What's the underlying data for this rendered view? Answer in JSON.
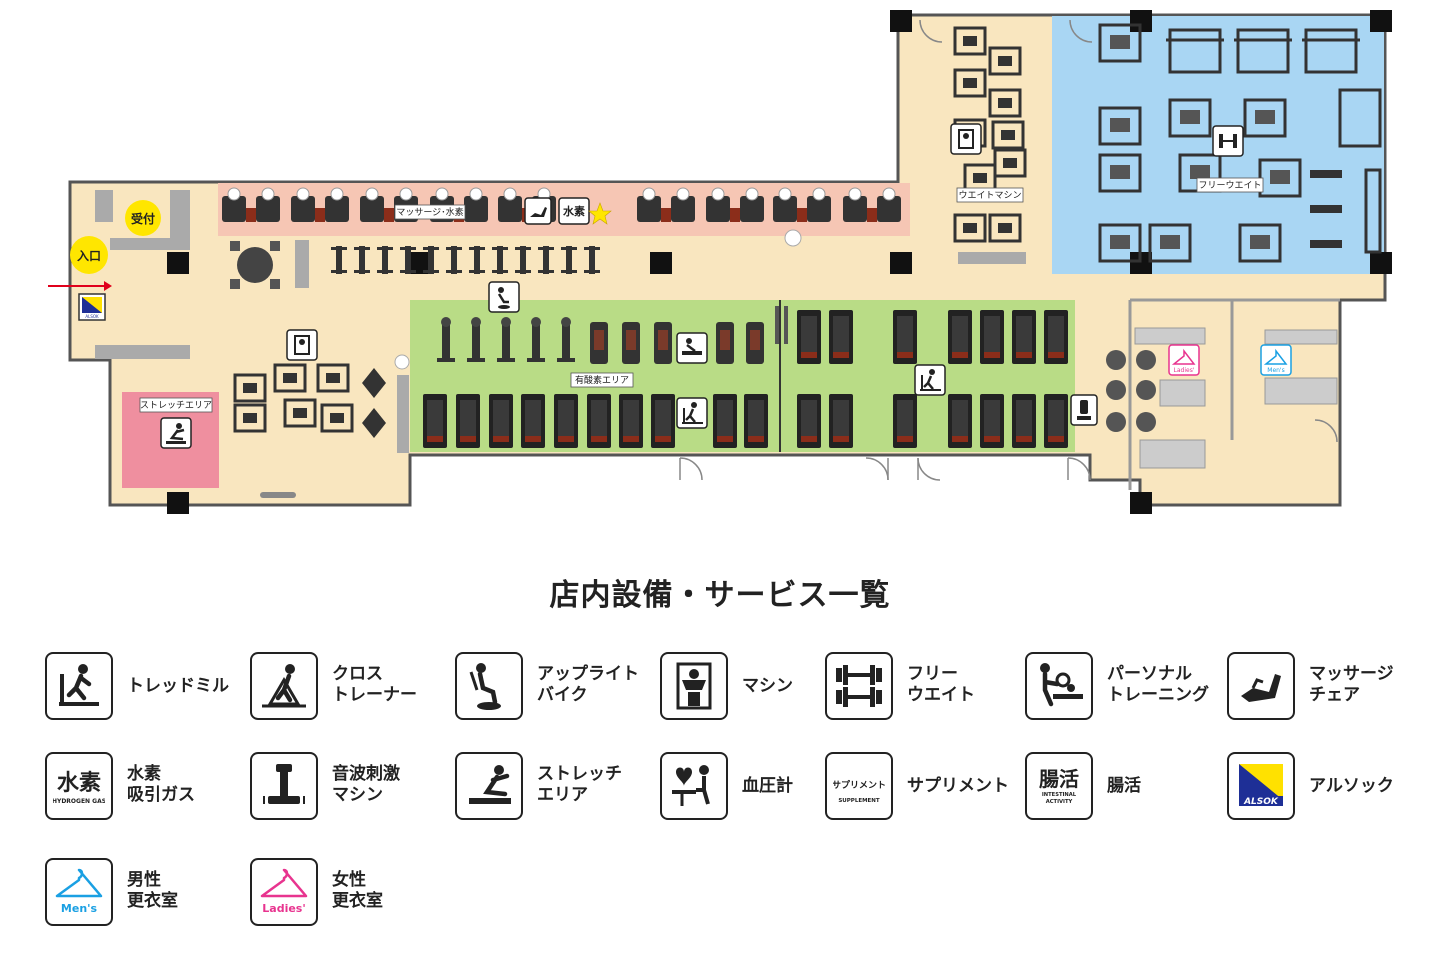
{
  "map": {
    "rooms": {
      "massage_hydrogen": "マッサージ･水素",
      "weight_machine": "ウエイトマシン",
      "free_weight": "フリーウエイト",
      "cardio_area": "有酸素エリア",
      "stretch_area": "ストレッチエリア",
      "reception": "受付",
      "entrance": "入口",
      "ladies_badge": "Ladies'",
      "mens_badge": "Men's",
      "alsok_badge": "ALSOK",
      "hydrogen_badge": "水素"
    },
    "colors": {
      "floor": "#f9e6bf",
      "massage_zone": "#f6c6b4",
      "free_weight_zone": "#a9d6f3",
      "cardio_zone": "#b9dc86",
      "stretch_zone": "#ef8f9f",
      "wall": "#555555",
      "entrance_arrow": "#e0001b",
      "reception_circle": "#ffe600",
      "mens": "#1aa0e3",
      "ladies": "#e8348f",
      "alsok_blue": "#1e2f96",
      "alsok_yellow": "#ffe100"
    }
  },
  "legend": {
    "title": "店内設備・サービス一覧",
    "items": [
      {
        "key": "treadmill",
        "icon": "treadmill-icon",
        "label": "トレッドミル"
      },
      {
        "key": "cross_trainer",
        "icon": "cross-trainer-icon",
        "label": "クロス\nトレーナー"
      },
      {
        "key": "upright_bike",
        "icon": "upright-bike-icon",
        "label": "アップライト\nバイク"
      },
      {
        "key": "machine",
        "icon": "machine-icon",
        "label": "マシン"
      },
      {
        "key": "free_weight",
        "icon": "dumbbell-icon",
        "label": "フリー\nウエイト"
      },
      {
        "key": "personal_training",
        "icon": "personal-training-icon",
        "label": "パーソナル\nトレーニング"
      },
      {
        "key": "massage_chair",
        "icon": "massage-chair-icon",
        "label": "マッサージ\nチェア"
      },
      {
        "key": "hydrogen",
        "icon": "hydrogen-icon",
        "icon_text": "水素",
        "icon_sub": "HYDROGEN GAS",
        "label": "水素\n吸引ガス"
      },
      {
        "key": "sonic_wave",
        "icon": "sonic-wave-machine-icon",
        "label": "音波刺激\nマシン"
      },
      {
        "key": "stretch",
        "icon": "stretch-icon",
        "label": "ストレッチ\nエリア"
      },
      {
        "key": "blood_pressure",
        "icon": "blood-pressure-icon",
        "label": "血圧計"
      },
      {
        "key": "supplement",
        "icon": "supplement-icon",
        "icon_text": "サプリメント",
        "icon_sub": "SUPPLEMENT",
        "label": "サプリメント"
      },
      {
        "key": "intestinal",
        "icon": "intestinal-icon",
        "icon_text": "腸活",
        "icon_sub": "INTESTINAL ACTIVITY",
        "label": "腸活"
      },
      {
        "key": "alsok",
        "icon": "alsok-icon",
        "icon_text": "ALSOK",
        "label": "アルソック"
      },
      {
        "key": "mens_locker",
        "icon": "mens-hanger-icon",
        "icon_text": "Men's",
        "label": "男性\n更衣室"
      },
      {
        "key": "ladies_locker",
        "icon": "ladies-hanger-icon",
        "icon_text": "Ladies'",
        "label": "女性\n更衣室"
      }
    ]
  }
}
